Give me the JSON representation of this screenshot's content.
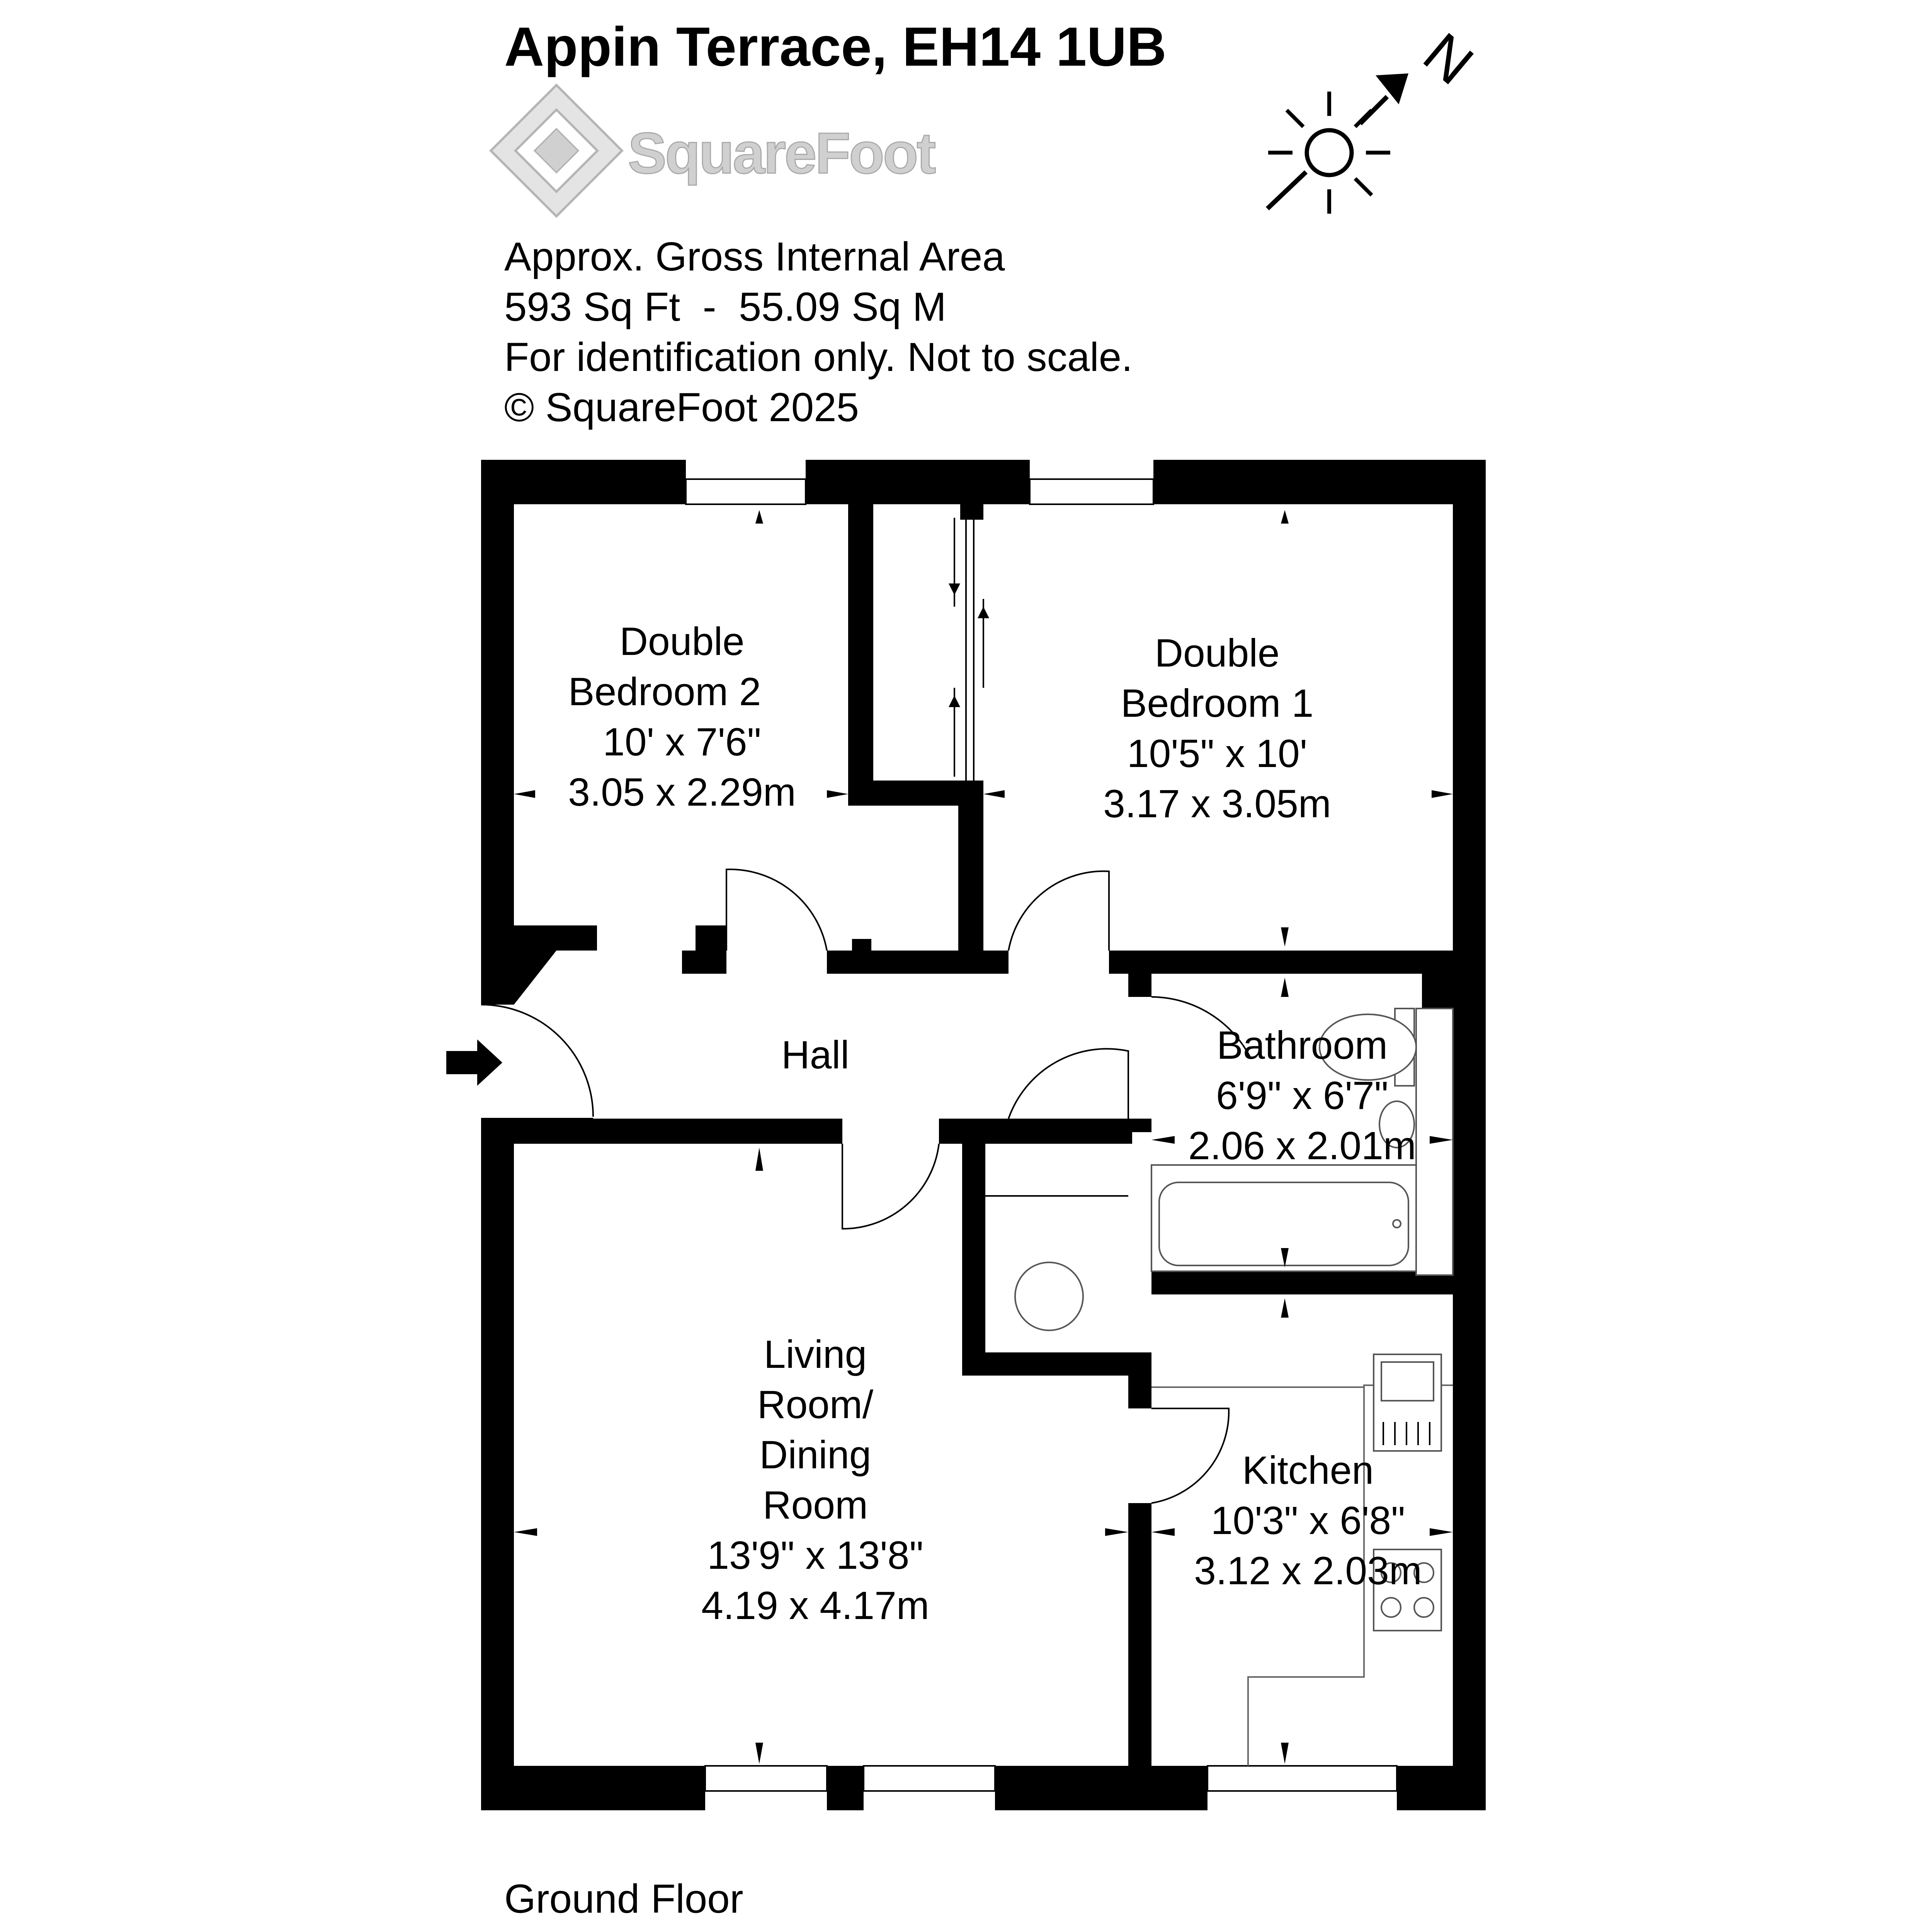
{
  "header": {
    "title": "Appin Terrace, EH14 1UB",
    "logo_text": "SquareFoot",
    "compass_letter": "N"
  },
  "info": {
    "line1": "Approx. Gross Internal Area",
    "line2": "593 Sq Ft  -  55.09 Sq M",
    "line3": "For identification only. Not to scale.",
    "line4": "© SquareFoot 2025"
  },
  "rooms": {
    "bedroom2": {
      "name1": "Double",
      "name2": "Bedroom 2",
      "imperial": "10' x 7'6\"",
      "metric": "3.05 x 2.29m"
    },
    "bedroom1": {
      "name1": "Double",
      "name2": "Bedroom 1",
      "imperial": "10'5\" x 10'",
      "metric": "3.17 x 3.05m"
    },
    "hall": {
      "name": "Hall"
    },
    "bathroom": {
      "name": "Bathroom",
      "imperial": "6'9\" x 6'7\"",
      "metric": "2.06 x 2.01m"
    },
    "living": {
      "name1": "Living",
      "name2": "Room/",
      "name3": "Dining",
      "name4": "Room",
      "imperial": "13'9\" x 13'8\"",
      "metric": "4.19 x 4.17m"
    },
    "kitchen": {
      "name": "Kitchen",
      "imperial": "10'3\" x 6'8\"",
      "metric": "3.12 x 2.03m"
    }
  },
  "footer": {
    "floor_label": "Ground Floor"
  },
  "colors": {
    "wall": "#000000",
    "logo": "#d0d0d0",
    "background": "#ffffff"
  }
}
